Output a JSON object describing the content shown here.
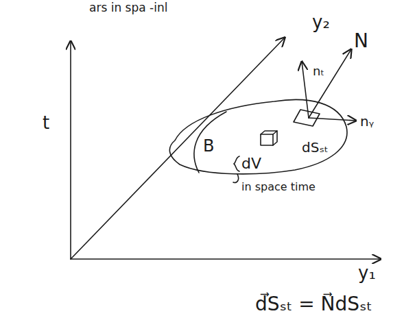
{
  "diagram": {
    "labels": [
      "ars in spa -inl",
      "t",
      "y₂",
      "nₜ",
      "N",
      "nᵧ",
      "B",
      "dV",
      "dSₛₜ",
      "in space time",
      "y₁",
      "d⃗Sₛₜ = N⃗dSₛₜ"
    ]
  }
}
